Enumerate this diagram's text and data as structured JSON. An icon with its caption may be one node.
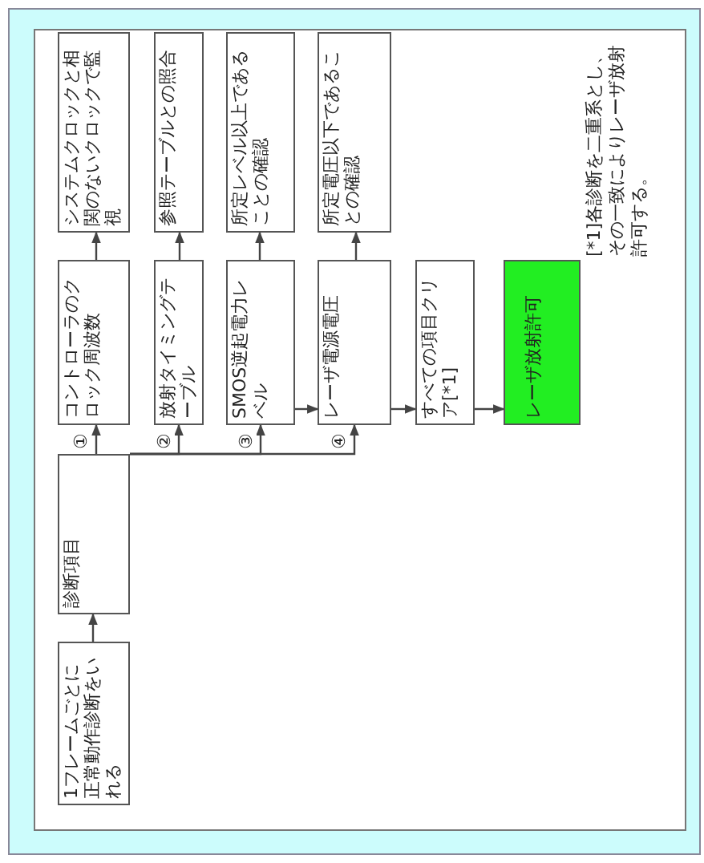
{
  "diagram": {
    "nodes": [
      {
        "text": [
          "1フレームごとに正常動作診断をいれる"
        ]
      },
      {
        "text": [
          "診断項目"
        ]
      },
      {
        "text": [
          "コントローラのクロック周波数"
        ]
      },
      {
        "text": [
          "システムクロックと相関のないクロックで監視"
        ]
      },
      {
        "text": [
          "放射タイミングテーブル"
        ]
      },
      {
        "text": [
          "参照テーブルとの照合"
        ]
      },
      {
        "text": [
          "SMOS逆起電力レベル"
        ]
      },
      {
        "text": [
          "所定レベル以上であることの確認"
        ]
      },
      {
        "text": [
          "レーザ電源電圧"
        ]
      },
      {
        "text": [
          "所定電圧以下であることの確認"
        ]
      },
      {
        "text": [
          "すべての項目クリア[*1]"
        ]
      },
      {
        "text": [
          "レーザ放射許可"
        ]
      }
    ],
    "edges": [
      {
        "from": 0,
        "to": 1,
        "arrow": "to"
      },
      {
        "from": 1,
        "to": 2,
        "arrow": "to",
        "label": "①"
      },
      {
        "from": 1,
        "to": 4,
        "arrow": "to",
        "label": "②"
      },
      {
        "from": 1,
        "to": 6,
        "arrow": "to",
        "label": "③"
      },
      {
        "from": 1,
        "to": 8,
        "arrow": "to",
        "label": "④"
      },
      {
        "from": 2,
        "to": 3,
        "arrow": "to"
      },
      {
        "from": 4,
        "to": 5,
        "arrow": "to"
      },
      {
        "from": 6,
        "to": 7,
        "arrow": "to"
      },
      {
        "from": 8,
        "to": 9,
        "arrow": "to"
      },
      {
        "from": 6,
        "to": 8,
        "arrow": "to"
      },
      {
        "from": 8,
        "to": 10,
        "arrow": "to"
      },
      {
        "from": 10,
        "to": 11,
        "arrow": "to"
      }
    ],
    "labels": [
      "[*1]各診断を二重系とし、その一致によりレーザ放射許可する。"
    ]
  }
}
